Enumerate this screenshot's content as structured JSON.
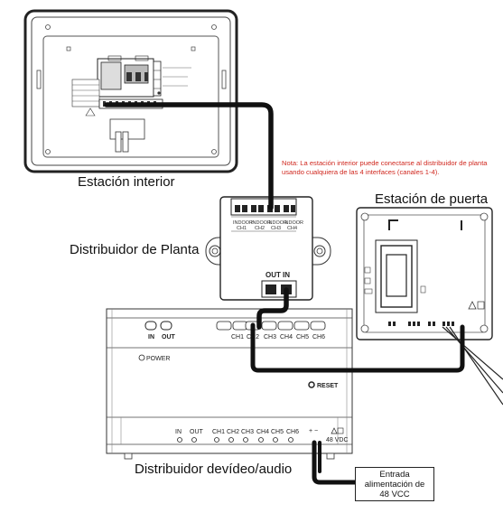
{
  "labels": {
    "indoor_station": "Estación interior",
    "door_station": "Estación de puerta",
    "floor_distributor": "Distribuidor de Planta",
    "video_audio_distributor": "Distribuidor devídeo/audio",
    "power_input": [
      "Entrada",
      "alimentación de",
      "48 VCC"
    ]
  },
  "note": "Nota: La estación interior puede conectarse al distribuidor de planta usando cualquiera de las 4 interfaces (canales 1-4).",
  "floor_distributor_ports": {
    "out": "OUT",
    "in": "IN"
  },
  "video_distributor": {
    "front_ports": [
      "IN",
      "OUT"
    ],
    "channels_top": [
      "CH1",
      "CH2",
      "CH3",
      "CH4",
      "CH5",
      "CH6"
    ],
    "power_led": "POWER",
    "reset": "RESET",
    "bottom_terminals": [
      "IN",
      "OUT",
      "CH1",
      "CH2",
      "CH3",
      "CH4",
      "CH5",
      "CH6"
    ],
    "dc_label": "48 VDC",
    "polarity": "+ −"
  },
  "colors": {
    "cable": "#111111",
    "note": "#d0281f"
  }
}
